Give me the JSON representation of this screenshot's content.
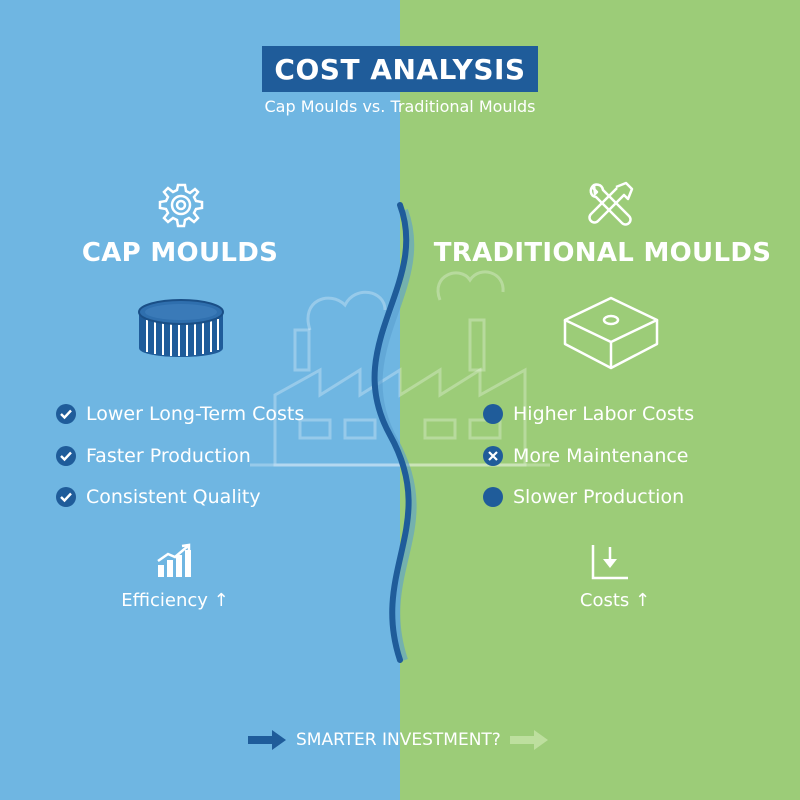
{
  "header": {
    "title": "COST ANALYSIS",
    "subtitle": "Cap Moulds vs. Traditional Moulds"
  },
  "colors": {
    "left_bg": "#6fb6e2",
    "right_bg": "#9ccc78",
    "accent_navy": "#1f5c9a"
  },
  "left": {
    "icon": "gear-icon",
    "heading": "CAP MOULDS",
    "image": "cap-mould-icon",
    "items": [
      {
        "icon": "check-circle-icon",
        "label": "Lower Long-Term Costs"
      },
      {
        "icon": "check-circle-icon",
        "label": "Faster Production"
      },
      {
        "icon": "check-circle-icon",
        "label": "Consistent Quality"
      }
    ],
    "footer_icon": "bar-chart-up-icon",
    "footer_label": "Efficiency ↑"
  },
  "right": {
    "icon": "tools-icon",
    "heading": "TRADITIONAL MOULDS",
    "image": "block-mould-icon",
    "items": [
      {
        "icon": "dot-icon",
        "label": "Higher Labor Costs"
      },
      {
        "icon": "x-circle-icon",
        "label": "More Maintenance"
      },
      {
        "icon": "dot-icon",
        "label": "Slower Production"
      }
    ],
    "footer_icon": "chart-down-arrow-icon",
    "footer_label": "Costs ↑"
  },
  "bottom": {
    "icon": "arrow-right-icon",
    "label": "SMARTER INVESTMENT?"
  }
}
